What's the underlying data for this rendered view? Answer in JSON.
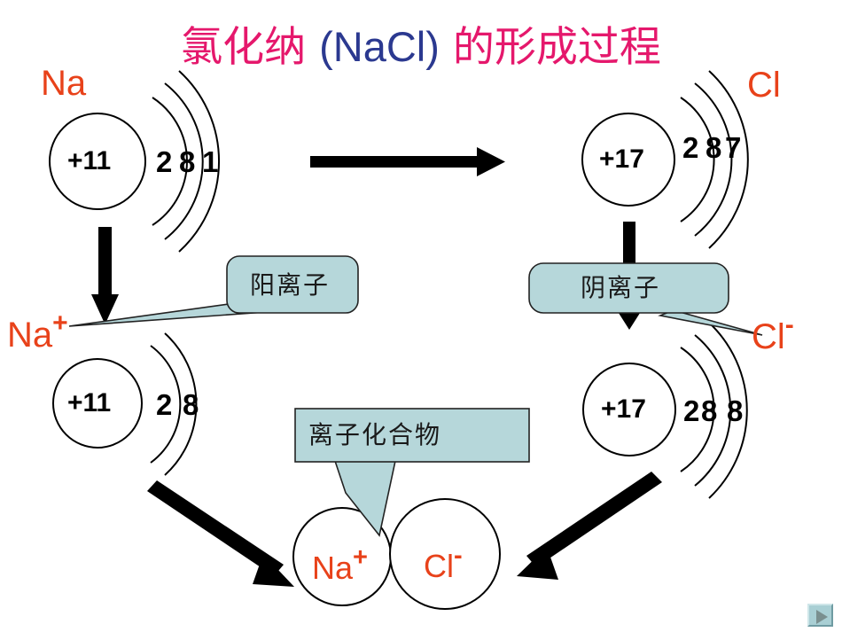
{
  "slide": {
    "title_cn_left": "氯化纳 ",
    "title_formula": "(NaCl)",
    "title_cn_right": " 的形成过程",
    "background_color": "#ffffff",
    "accent_pink": "#E5186C",
    "accent_blue": "#2B3990",
    "accent_orange": "#E8421A",
    "callout_fill": "#b6d7da"
  },
  "atoms": {
    "sodium_atom": {
      "symbol": "Na",
      "charge": "",
      "nucleus": "+11",
      "shells": [
        "2",
        "8",
        "1"
      ]
    },
    "chlorine_atom": {
      "symbol": "Cl",
      "charge": "",
      "nucleus": "+17",
      "shells": [
        "2",
        "8",
        "7"
      ]
    },
    "sodium_ion": {
      "symbol": "Na",
      "charge": "+",
      "nucleus": "+11",
      "shells": [
        "2",
        "8"
      ]
    },
    "chloride_ion": {
      "symbol": "Cl",
      "charge": "-",
      "nucleus": "+17",
      "shells": [
        "2",
        "8",
        "8"
      ]
    }
  },
  "callouts": {
    "cation": "阳离子",
    "anion": "阴离子",
    "ionic_compound": "离子化合物"
  },
  "compound": {
    "cation_label": "Na",
    "cation_charge": "+",
    "anion_label": "Cl",
    "anion_charge": "-"
  },
  "controls": {
    "next_label": "",
    "next_icon": "play-triangle-icon"
  },
  "chart_data": {
    "type": "diagram",
    "title": "氯化纳 (NaCl) 的形成过程",
    "description": "Bohr-model diagram showing formation of sodium chloride from sodium and chlorine atoms",
    "nodes": [
      {
        "id": "Na",
        "nucleus": "+11",
        "shells": [
          2,
          8,
          1
        ],
        "position": "top-left"
      },
      {
        "id": "Cl",
        "nucleus": "+17",
        "shells": [
          2,
          8,
          7
        ],
        "position": "top-right"
      },
      {
        "id": "Na+",
        "nucleus": "+11",
        "shells": [
          2,
          8
        ],
        "position": "middle-left"
      },
      {
        "id": "Cl-",
        "nucleus": "+17",
        "shells": [
          2,
          8,
          8
        ],
        "position": "middle-right"
      },
      {
        "id": "NaCl",
        "shells": [],
        "position": "bottom-center"
      }
    ],
    "edges": [
      {
        "from": "Na",
        "to": "Cl",
        "style": "horizontal-arrow"
      },
      {
        "from": "Na",
        "to": "Na+",
        "style": "down-arrow"
      },
      {
        "from": "Cl",
        "to": "Cl-",
        "style": "down-arrow"
      },
      {
        "from": "Na+",
        "to": "NaCl",
        "style": "diagonal-arrow"
      },
      {
        "from": "Cl-",
        "to": "NaCl",
        "style": "diagonal-arrow"
      }
    ]
  }
}
